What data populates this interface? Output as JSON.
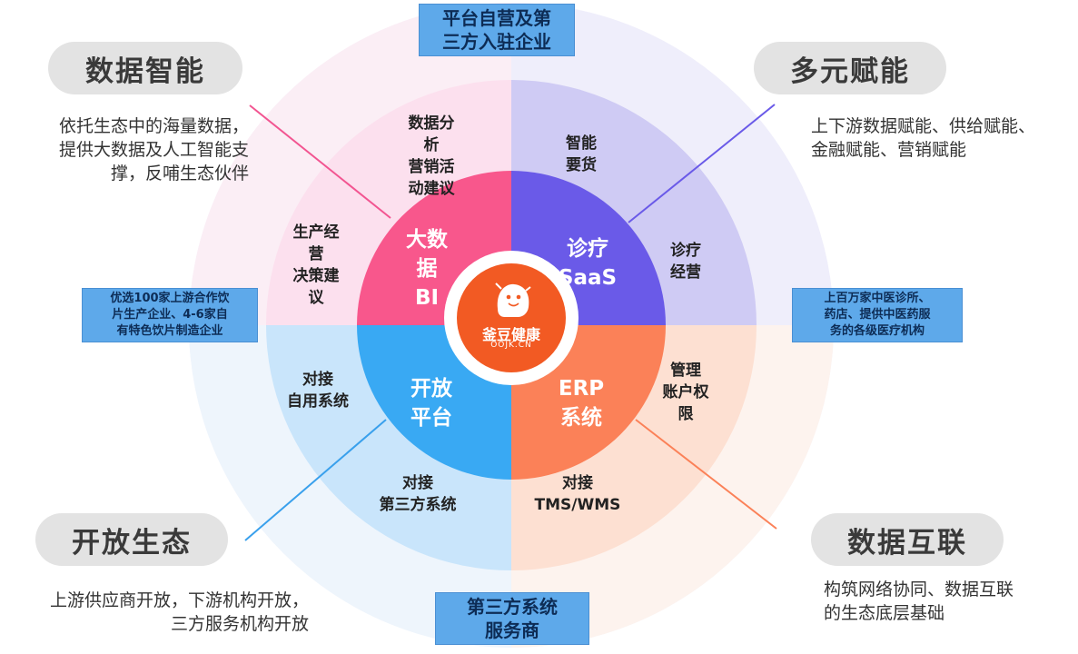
{
  "center": {
    "logo_name": "釜豆健康",
    "logo_domain": "OOJK.CN"
  },
  "inner_segments": [
    {
      "id": "bigdata",
      "label": "大数\n据\nBI"
    },
    {
      "id": "saas",
      "label": "诊疗\nSaaS"
    },
    {
      "id": "open",
      "label": "开放\n平台"
    },
    {
      "id": "erp",
      "label": "ERP\n系统"
    }
  ],
  "outer_labels": {
    "analysis": "数据分\n析\n营销活\n动建议",
    "production": "生产经\n营\n决策建\n议",
    "smart_stock": "智能\n要货",
    "clinic_ops": "诊疗\n经营",
    "self_system": "对接\n自用系统",
    "third_system": "对接\n第三方系统",
    "management": "管理\n账户权\n限",
    "tms": "对接\nTMS/WMS"
  },
  "corners": {
    "top_left": {
      "title": "数据智能",
      "desc": "依托生态中的海量数据，\n提供大数据及人工智能支\n撑，反哺生态伙伴"
    },
    "top_right": {
      "title": "多元赋能",
      "desc": "上下游数据赋能、供给赋能、\n金融赋能、营销赋能"
    },
    "bottom_left": {
      "title": "开放生态",
      "desc": "上游供应商开放，下游机构开放，\n三方服务机构开放"
    },
    "bottom_right": {
      "title": "数据互联",
      "desc": "构筑网络协同、数据互联\n的生态底层基础"
    }
  },
  "blue_boxes": {
    "top": "平台自营及第\n三方入驻企业",
    "bottom": "第三方系统\n服务商",
    "left": "优选100家上游合作饮\n片生产企业、4-6家自\n有特色饮片制造企业",
    "right": "上百万家中医诊所、\n药店、提供中医药服\n务的各级医疗机构"
  },
  "colors": {
    "pink": "#f8578c",
    "purple": "#6a5ae8",
    "blue": "#39a9f3",
    "orange": "#fb8158",
    "pink_light": "#fcd9e9",
    "purple_light": "#d3d0f5",
    "blue_light": "#c9e6fb",
    "orange_light": "#fde1d3",
    "logo_bg": "#f25a23",
    "box_blue": "#5ea9ea",
    "pill_gray": "#e3e3e3"
  }
}
